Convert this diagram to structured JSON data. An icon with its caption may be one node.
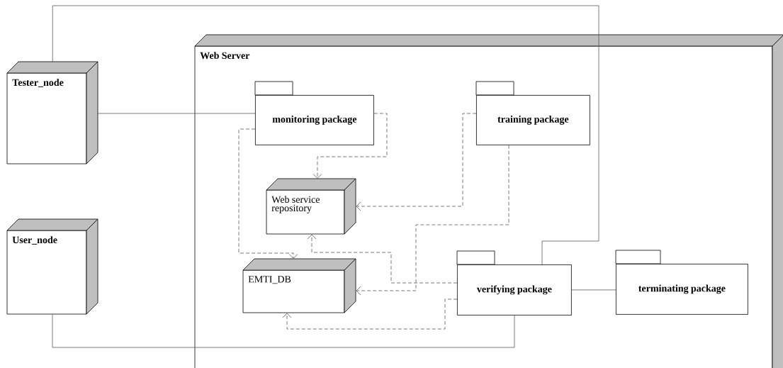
{
  "diagram": {
    "nodes": [
      {
        "text": [
          "Tester_node"
        ]
      },
      {
        "text": [
          "User_node"
        ]
      },
      {
        "text": [
          "Web Server"
        ]
      },
      {
        "text": [
          "monitoring package"
        ],
        "in": 2
      },
      {
        "text": [
          "training package"
        ],
        "in": 2
      },
      {
        "text": [
          "Web service repository"
        ],
        "in": 2
      },
      {
        "text": [
          "EMTI_DB"
        ],
        "in": 2
      },
      {
        "text": [
          "verifying package"
        ],
        "in": 2
      },
      {
        "text": [
          "terminating package"
        ],
        "in": 2
      }
    ],
    "edges": [
      {
        "from": 0,
        "to": 3,
        "arrow": "none"
      },
      {
        "from": 0,
        "to": 7,
        "arrow": "none"
      },
      {
        "from": 1,
        "to": 7,
        "arrow": "none"
      },
      {
        "from": 7,
        "to": 8,
        "arrow": "none"
      },
      {
        "from": 3,
        "to": 5,
        "arrow": "to",
        "style": "dashed"
      },
      {
        "from": 3,
        "to": 6,
        "arrow": "to",
        "style": "dashed"
      },
      {
        "from": 4,
        "to": 5,
        "arrow": "to",
        "style": "dashed"
      },
      {
        "from": 4,
        "to": 6,
        "arrow": "to",
        "style": "dashed"
      },
      {
        "from": 7,
        "to": 5,
        "arrow": "to",
        "style": "dashed"
      },
      {
        "from": 7,
        "to": 6,
        "arrow": "to",
        "style": "dashed"
      }
    ]
  }
}
